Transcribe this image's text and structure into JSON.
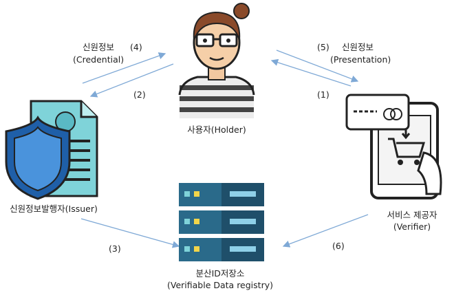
{
  "holder": {
    "name": "사용자(Holder)",
    "icon": "holder-person-icon"
  },
  "issuer": {
    "name": "신원정보발행자(Issuer)",
    "icon": "issuer-document-shield-icon"
  },
  "verifier": {
    "name": "서비스 제공자",
    "name_en": "(Verifier)",
    "icon": "verifier-phone-shopping-icon"
  },
  "registry": {
    "name": "분산ID저장소",
    "name_en": "(Verifiable Data registry)",
    "icon": "server-rack-icon"
  },
  "flows": {
    "credential": {
      "label": "신원정보",
      "label_en": "(Credential)",
      "num_4": "(4)",
      "num_2": "(2)"
    },
    "presentation": {
      "label": "신원정보",
      "label_en": "(Presentation)",
      "num_5": "(5)",
      "num_1": "(1)"
    },
    "issuer_registry": {
      "num": "(3)"
    },
    "verifier_registry": {
      "num": "(6)"
    }
  },
  "colors": {
    "arrow": "#7fa9d6",
    "accent": "#2f8fc4"
  }
}
